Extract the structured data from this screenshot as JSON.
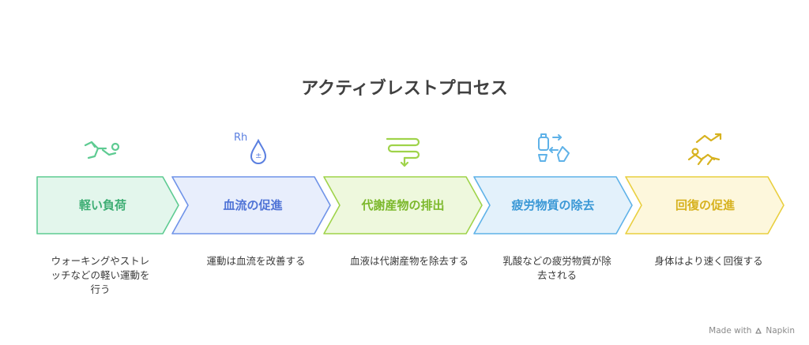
{
  "title": "アクティブレストプロセス",
  "steps": [
    {
      "label": "軽い負荷",
      "description": "ウォーキングやストレッチなどの軽い運動を行う",
      "icon": "exercise-person-icon",
      "fill": "#e3f6ec",
      "stroke": "#5ecb92",
      "text_color": "#3eae74"
    },
    {
      "label": "血流の促進",
      "description": "運動は血流を改善する",
      "icon": "blood-drop-rh-icon",
      "fill": "#e8eefc",
      "stroke": "#6f93e8",
      "text_color": "#4f73d6"
    },
    {
      "label": "代謝産物の排出",
      "description": "血液は代謝産物を除去する",
      "icon": "flow-arrow-icon",
      "fill": "#eef8dd",
      "stroke": "#9fd34a",
      "text_color": "#7cb82c"
    },
    {
      "label": "疲労物質の除去",
      "description": "乳酸などの疲労物質が除去される",
      "icon": "exchange-bottles-icon",
      "fill": "#e3f1fb",
      "stroke": "#5fb2e8",
      "text_color": "#3a98d6"
    },
    {
      "label": "回復の促進",
      "description": "身体はより速く回復する",
      "icon": "recovery-person-icon",
      "fill": "#fdf7dc",
      "stroke": "#e9cf3f",
      "text_color": "#d7b21f"
    }
  ],
  "icon_texts": {
    "rh": "Rh"
  },
  "credit": {
    "text": "Made with",
    "brand": "Napkin"
  }
}
